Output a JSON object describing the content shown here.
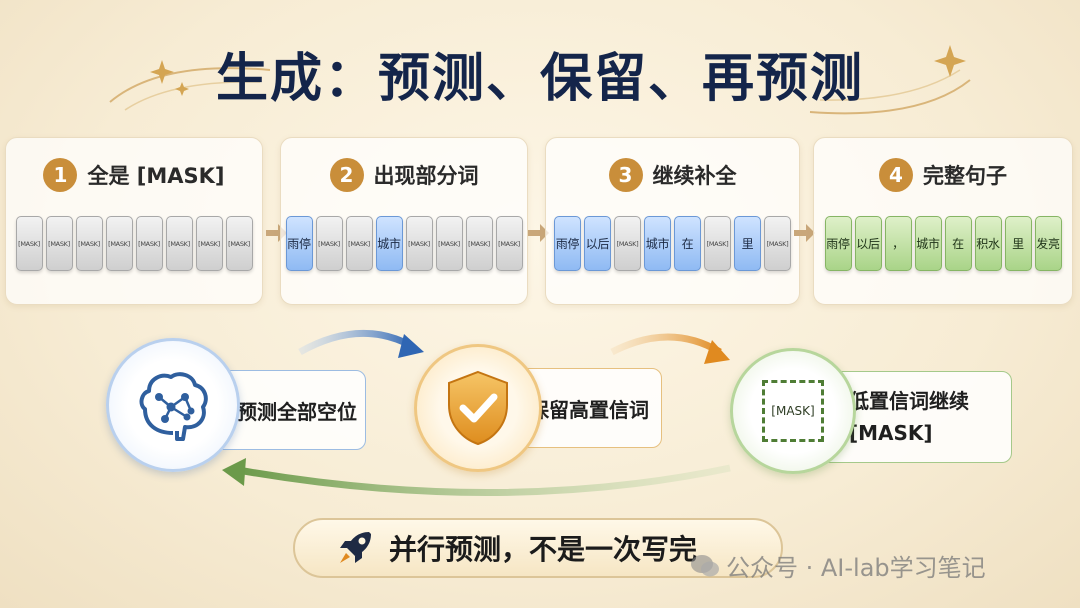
{
  "title": "生成：预测、保留、再预测",
  "panels": [
    {
      "num": "1",
      "title": "全是 [MASK]",
      "tokens": [
        {
          "text": "[MASK]",
          "kind": "mask"
        },
        {
          "text": "[MASK]",
          "kind": "mask"
        },
        {
          "text": "[MASK]",
          "kind": "mask"
        },
        {
          "text": "[MASK]",
          "kind": "mask"
        },
        {
          "text": "[MASK]",
          "kind": "mask"
        },
        {
          "text": "[MASK]",
          "kind": "mask"
        },
        {
          "text": "[MASK]",
          "kind": "mask"
        },
        {
          "text": "[MASK]",
          "kind": "mask"
        }
      ]
    },
    {
      "num": "2",
      "title": "出现部分词",
      "tokens": [
        {
          "text": "雨停",
          "kind": "blue"
        },
        {
          "text": "[MASK]",
          "kind": "mask"
        },
        {
          "text": "[MASK]",
          "kind": "mask"
        },
        {
          "text": "城市",
          "kind": "blue"
        },
        {
          "text": "[MASK]",
          "kind": "mask"
        },
        {
          "text": "[MASK]",
          "kind": "mask"
        },
        {
          "text": "[MASK]",
          "kind": "mask"
        },
        {
          "text": "[MASK]",
          "kind": "mask"
        }
      ]
    },
    {
      "num": "3",
      "title": "继续补全",
      "tokens": [
        {
          "text": "雨停",
          "kind": "blue"
        },
        {
          "text": "以后",
          "kind": "blue"
        },
        {
          "text": "[MASK]",
          "kind": "mask"
        },
        {
          "text": "城市",
          "kind": "blue"
        },
        {
          "text": "在",
          "kind": "blue"
        },
        {
          "text": "[MASK]",
          "kind": "mask"
        },
        {
          "text": "里",
          "kind": "blue"
        },
        {
          "text": "[MASK]",
          "kind": "mask"
        }
      ]
    },
    {
      "num": "4",
      "title": "完整句子",
      "tokens": [
        {
          "text": "雨停",
          "kind": "green"
        },
        {
          "text": "以后",
          "kind": "green"
        },
        {
          "text": "，",
          "kind": "green"
        },
        {
          "text": "城市",
          "kind": "green"
        },
        {
          "text": "在",
          "kind": "green"
        },
        {
          "text": "积水",
          "kind": "green"
        },
        {
          "text": "里",
          "kind": "green"
        },
        {
          "text": "发亮",
          "kind": "green"
        }
      ]
    }
  ],
  "cycle": {
    "predict_label": "预测全部空位",
    "keep_label": "保留高置信词",
    "mask_box_label": "[MASK]",
    "low_label_line1": "低置信词继续",
    "low_label_line2": "[MASK]"
  },
  "bottom_label": "并行预测，不是一次写完",
  "watermark": "公众号 · AI-lab学习笔记",
  "colors": {
    "title": "#14254a",
    "accent_gold": "#c98e3a",
    "blue": "#8fbaf3",
    "green": "#a9d488",
    "mask_gray": "#cfcfcf",
    "arrow_blue": "#2f66b3",
    "arrow_orange": "#e08a20",
    "arrow_green": "#6b9a4a"
  },
  "icons": [
    "sparkle-icon",
    "arrow-right-icon",
    "brain-icon",
    "shield-check-icon",
    "mask-box-icon",
    "rocket-icon",
    "wechat-icon"
  ]
}
